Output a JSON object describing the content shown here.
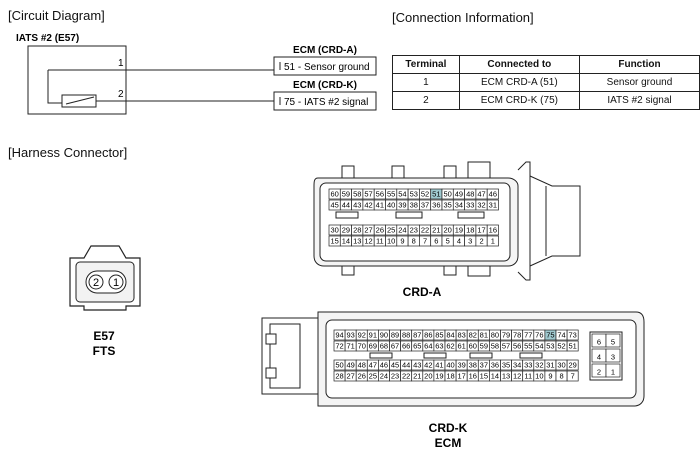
{
  "sections": {
    "circuit": "[Circuit Diagram]",
    "connection": "[Connection Information]",
    "harness": "[Harness Connector]"
  },
  "circuit": {
    "component": "IATS #2 (E57)",
    "pin1": "1",
    "pin2": "2",
    "ecm_a_title": "ECM (CRD-A)",
    "ecm_a_label": "51 - Sensor ground",
    "ecm_k_title": "ECM (CRD-K)",
    "ecm_k_label": "75 - IATS #2 signal"
  },
  "table": {
    "headers": [
      "Terminal",
      "Connected to",
      "Function"
    ],
    "rows": [
      [
        "1",
        "ECM CRD-A (51)",
        "Sensor ground"
      ],
      [
        "2",
        "ECM CRD-K (75)",
        "IATS #2 signal"
      ]
    ]
  },
  "harness": {
    "e57_pins": [
      "2",
      "1"
    ],
    "e57_name": "E57",
    "e57_sub": "FTS",
    "crda_name": "CRD-A",
    "crdk_name": "CRD-K",
    "crdk_sub": "ECM"
  },
  "crda": {
    "row1": [
      "60",
      "59",
      "58",
      "57",
      "56",
      "55",
      "54",
      "53",
      "52",
      "51",
      "50",
      "49",
      "48",
      "47",
      "46"
    ],
    "row2": [
      "45",
      "44",
      "43",
      "42",
      "41",
      "40",
      "39",
      "38",
      "37",
      "36",
      "35",
      "34",
      "33",
      "32",
      "31"
    ],
    "row3": [
      "30",
      "29",
      "28",
      "27",
      "26",
      "25",
      "24",
      "23",
      "22",
      "21",
      "20",
      "19",
      "18",
      "17",
      "16"
    ],
    "row4": [
      "15",
      "14",
      "13",
      "12",
      "11",
      "10",
      "9",
      "8",
      "7",
      "6",
      "5",
      "4",
      "3",
      "2",
      "1"
    ],
    "highlight": "51"
  },
  "crdk": {
    "row1": [
      "94",
      "93",
      "92",
      "91",
      "90",
      "89",
      "88",
      "87",
      "86",
      "85",
      "84",
      "83",
      "82",
      "81",
      "80",
      "79",
      "78",
      "77",
      "76",
      "75",
      "74",
      "73"
    ],
    "row2": [
      "72",
      "71",
      "70",
      "69",
      "68",
      "67",
      "66",
      "65",
      "64",
      "63",
      "62",
      "61",
      "60",
      "59",
      "58",
      "57",
      "56",
      "55",
      "54",
      "53",
      "52",
      "51"
    ],
    "row3": [
      "50",
      "49",
      "48",
      "47",
      "46",
      "45",
      "44",
      "43",
      "42",
      "41",
      "40",
      "39",
      "38",
      "37",
      "36",
      "35",
      "34",
      "33",
      "32",
      "31",
      "30",
      "29"
    ],
    "row4": [
      "28",
      "27",
      "26",
      "25",
      "24",
      "23",
      "22",
      "21",
      "20",
      "19",
      "18",
      "17",
      "16",
      "15",
      "14",
      "13",
      "12",
      "11",
      "10",
      "9",
      "8",
      "7"
    ],
    "side": [
      "6",
      "5",
      "4",
      "3",
      "2",
      "1"
    ],
    "highlight": "75"
  },
  "colors": {
    "highlight": "#9fc9cf",
    "line": "#222222"
  }
}
